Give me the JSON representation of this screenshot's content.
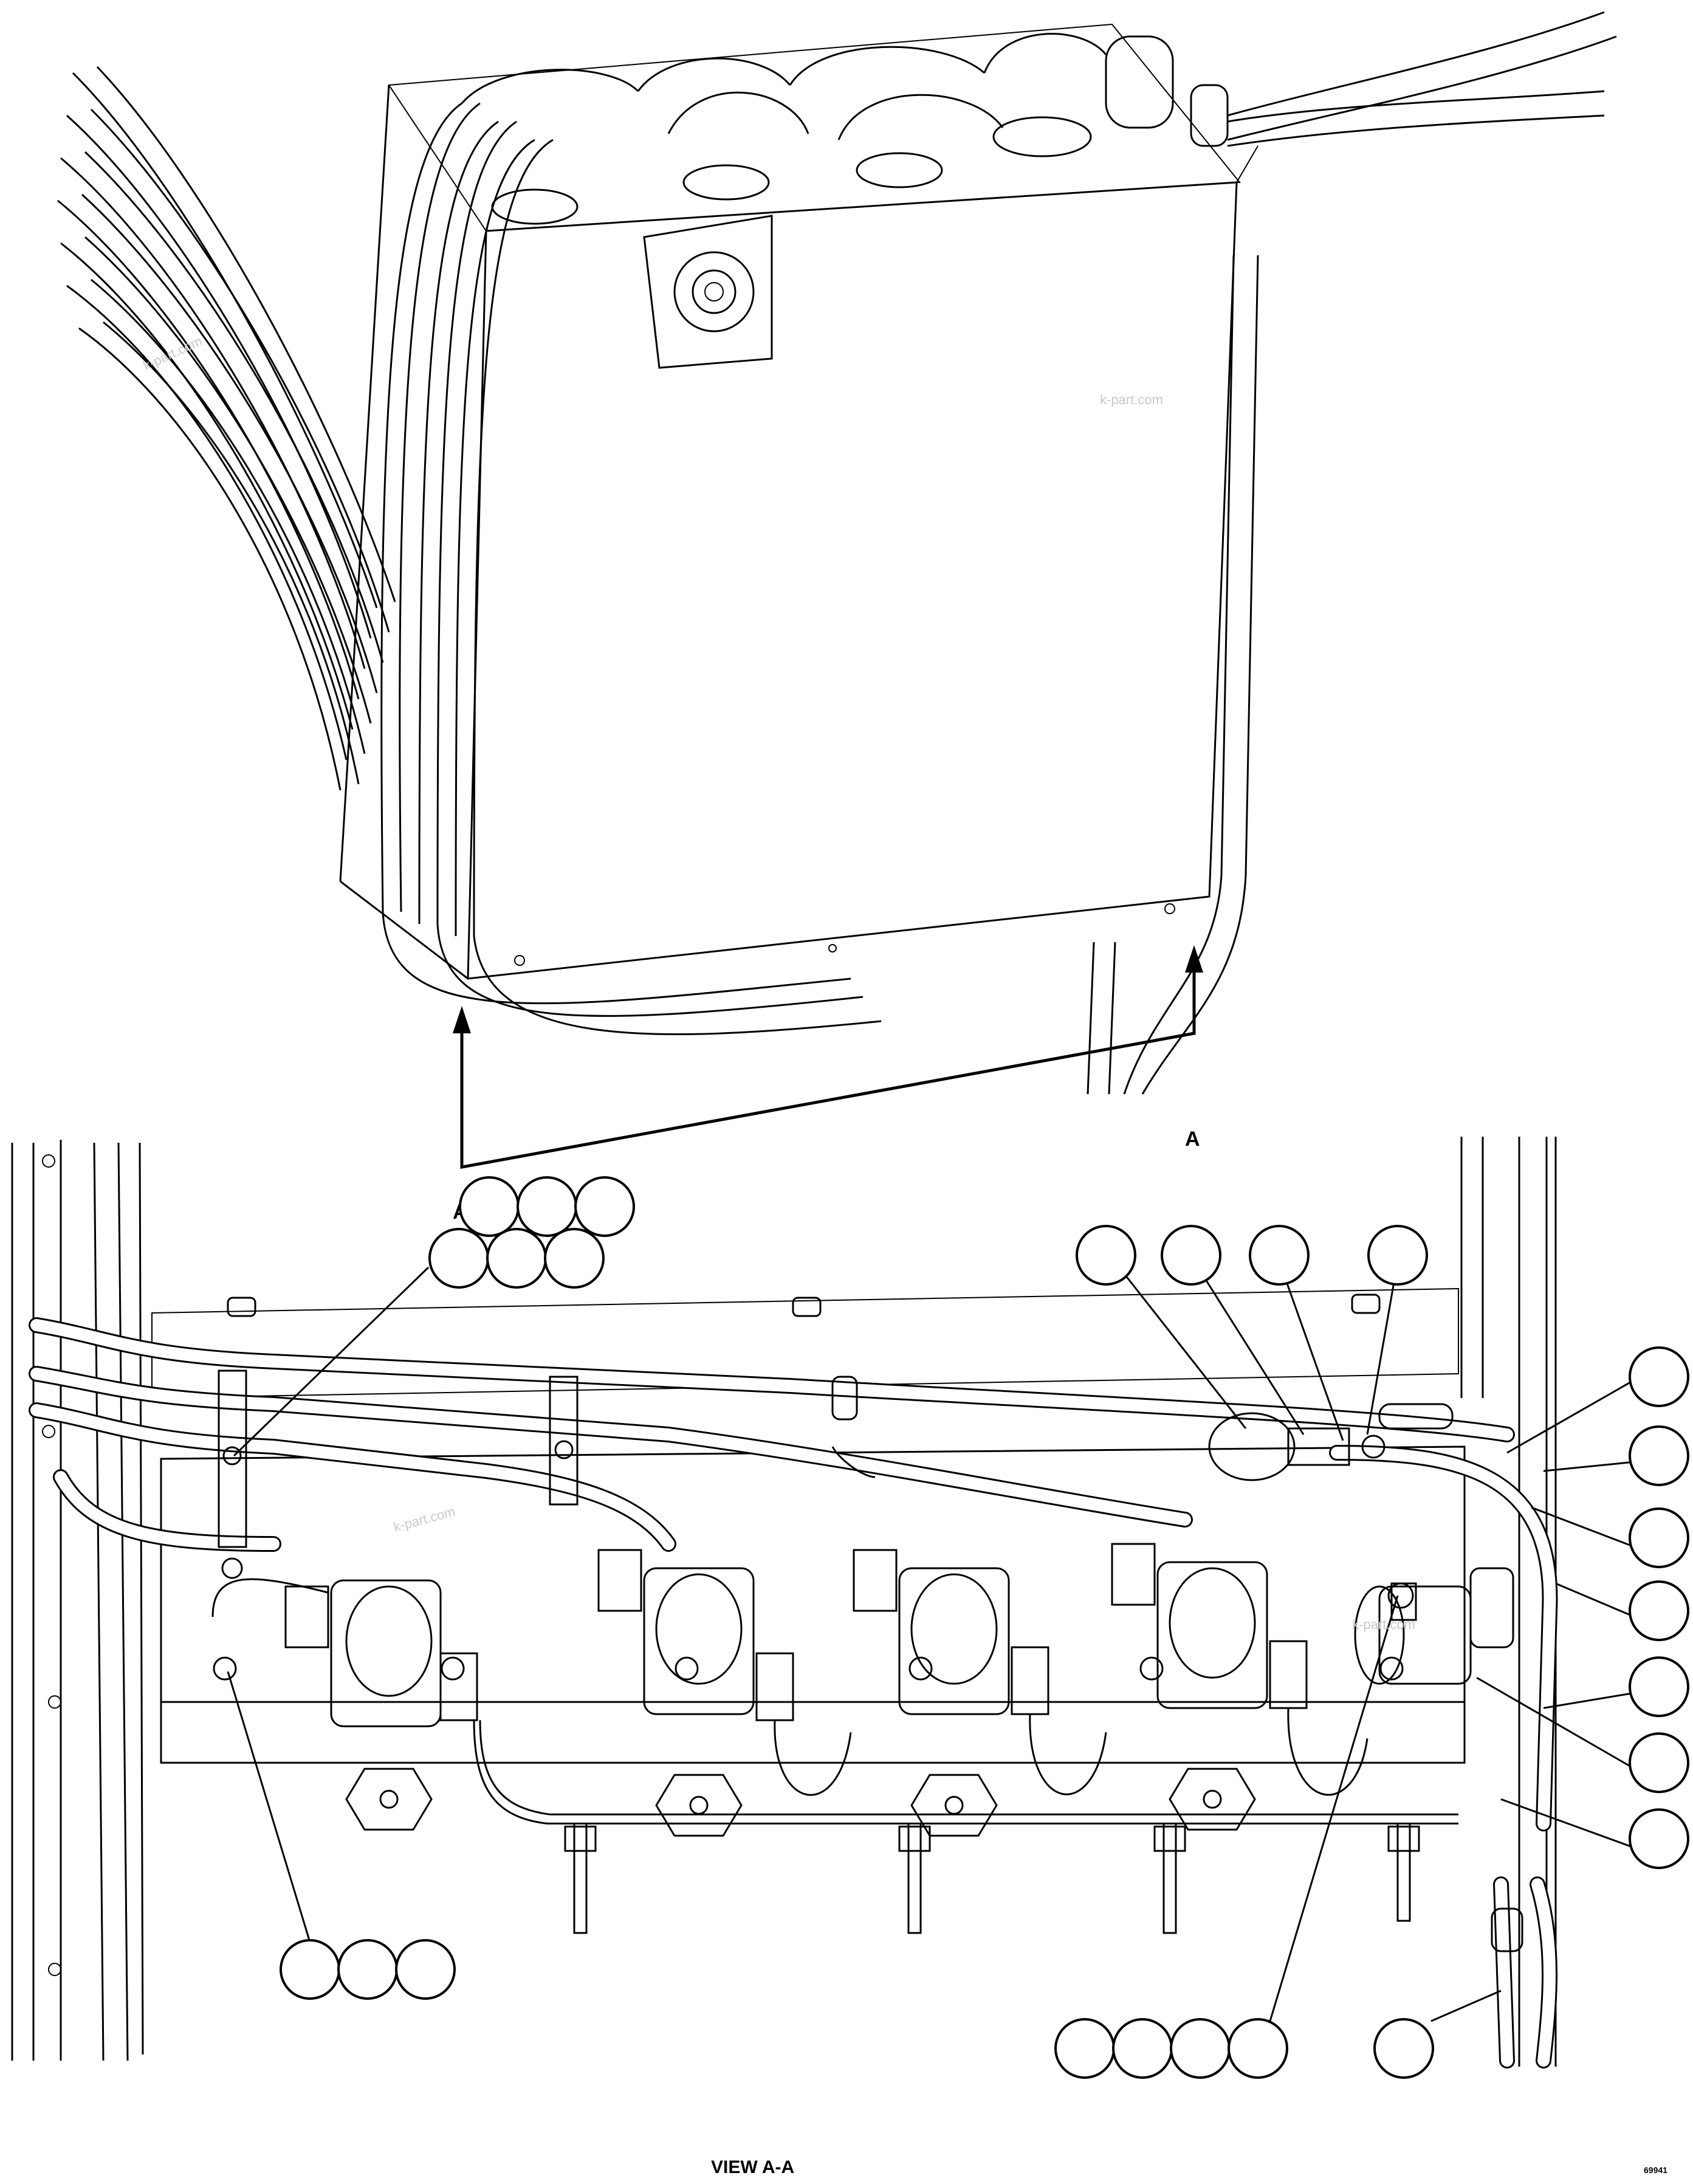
{
  "section_markers": {
    "left": "A",
    "right": "A"
  },
  "view_caption": "VIEW A-A",
  "watermarks": [
    "k-part.com",
    "k-part.com",
    "k-part.com",
    "k-part.com"
  ],
  "drawing_code": "69941",
  "callout_balloons": {
    "top_left_group": 6,
    "top_right_group": 4,
    "right_column": 7,
    "bottom_left_group": 3,
    "bottom_center_group": 4,
    "bottom_right_single": 1
  }
}
